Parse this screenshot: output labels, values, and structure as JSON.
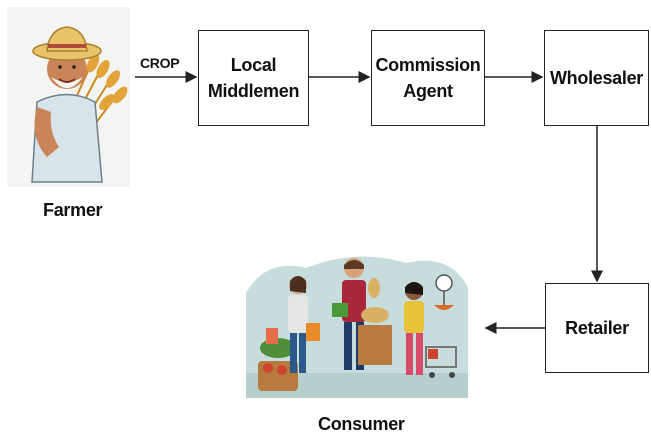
{
  "nodes": {
    "farmer": "Farmer",
    "local_middlemen": "Local\nMiddlemen",
    "commission_agent": "Commission\nAgent",
    "wholesaler": "Wholesaler",
    "retailer": "Retailer",
    "consumer": "Consumer"
  },
  "edges": {
    "farmer_to_middlemen": "CROP"
  },
  "colors": {
    "line": "#222222",
    "box_border": "#222222"
  }
}
